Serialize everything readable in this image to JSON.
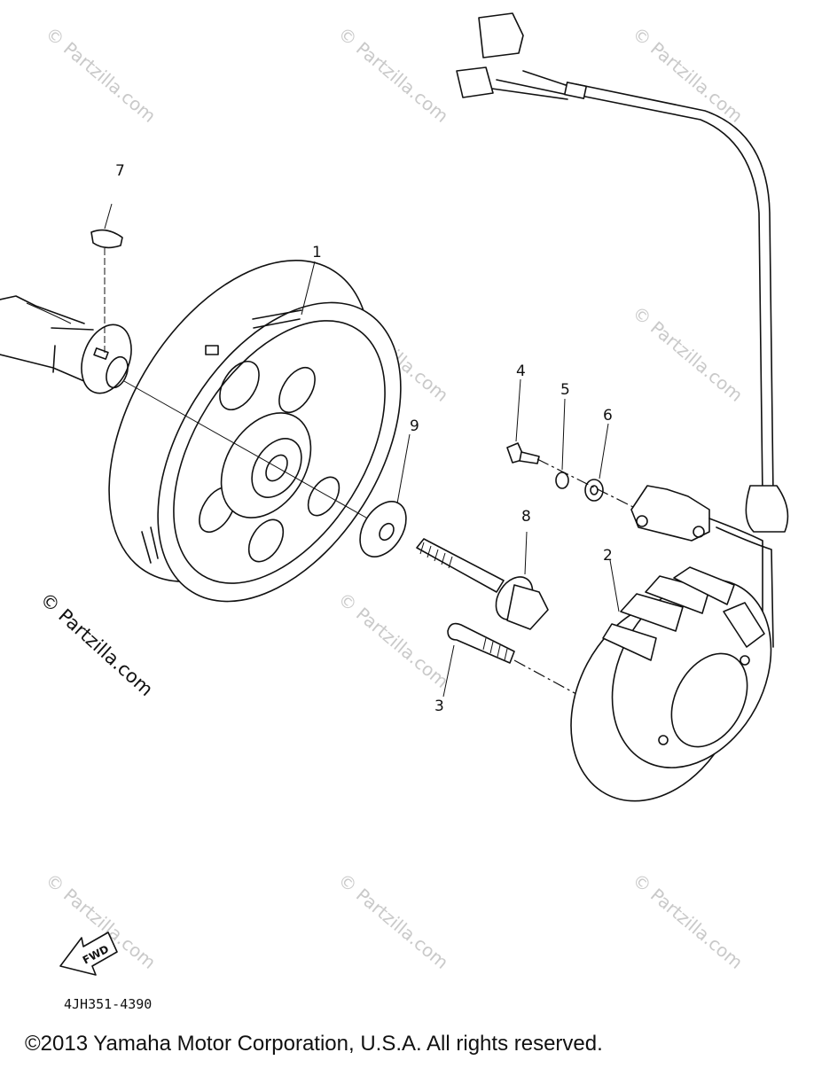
{
  "watermark": "© Partzilla.com",
  "callouts": {
    "flywheel": "1",
    "stator": "2",
    "stator_bolt": "3",
    "pickup_screw": "4",
    "lock_washer": "5",
    "plain_washer": "6",
    "woodruff_key": "7",
    "flywheel_bolt": "8",
    "flywheel_washer": "9"
  },
  "fwd_label": "FWD",
  "diagram_code": "4JH351-4390",
  "copyright": "©2013  Yamaha Motor Corporation, U.S.A. All rights reserved."
}
